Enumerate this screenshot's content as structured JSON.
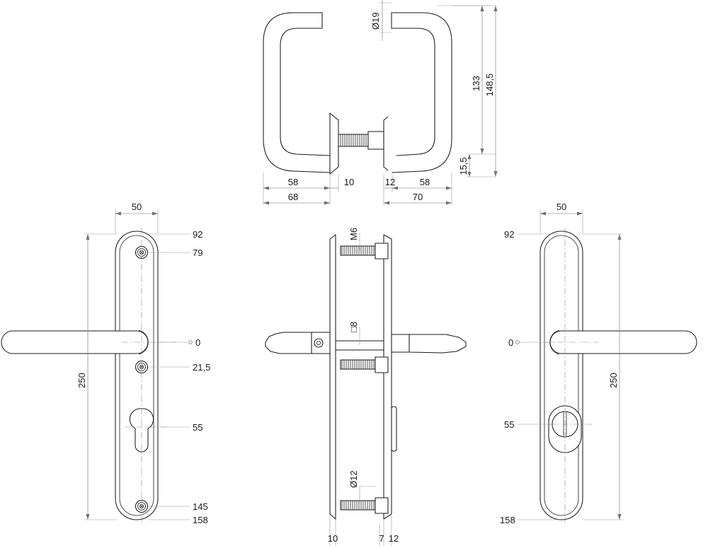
{
  "drawing": {
    "title": "Door handle set — dimensioned technical drawing",
    "units": "mm",
    "line_color": "#1a1a1a",
    "dim_color": "#6f6f6f"
  },
  "views": {
    "top": {
      "name": "top-plan-view",
      "labels": {
        "diameter_bar": "Ø19",
        "height_inner": "133",
        "height_outer": "148,5",
        "rose_height": "15,5",
        "left_handle": "58",
        "left_rose": "10",
        "left_total": "68",
        "right_rose": "12",
        "right_handle": "58",
        "right_total": "70"
      }
    },
    "left_plate": {
      "name": "left-backplate-view",
      "labels": {
        "width": "50",
        "length": "250",
        "top_edge": "92",
        "top_screw": "79",
        "spindle": "0",
        "second_screw": "21,5",
        "keyhole": "55",
        "bottom_screw": "145",
        "bottom_edge": "158"
      }
    },
    "section": {
      "name": "side-section-view",
      "labels": {
        "bolt_thread": "M6",
        "spindle_square": "□8",
        "bore_diameter": "Ø12",
        "plate_left": "10",
        "gap": "7",
        "plate_right": "12"
      }
    },
    "right_plate": {
      "name": "right-backplate-view",
      "labels": {
        "width": "50",
        "length": "250",
        "top_edge": "92",
        "spindle": "0",
        "cylinder_cover": "55",
        "bottom_edge": "158"
      }
    }
  }
}
